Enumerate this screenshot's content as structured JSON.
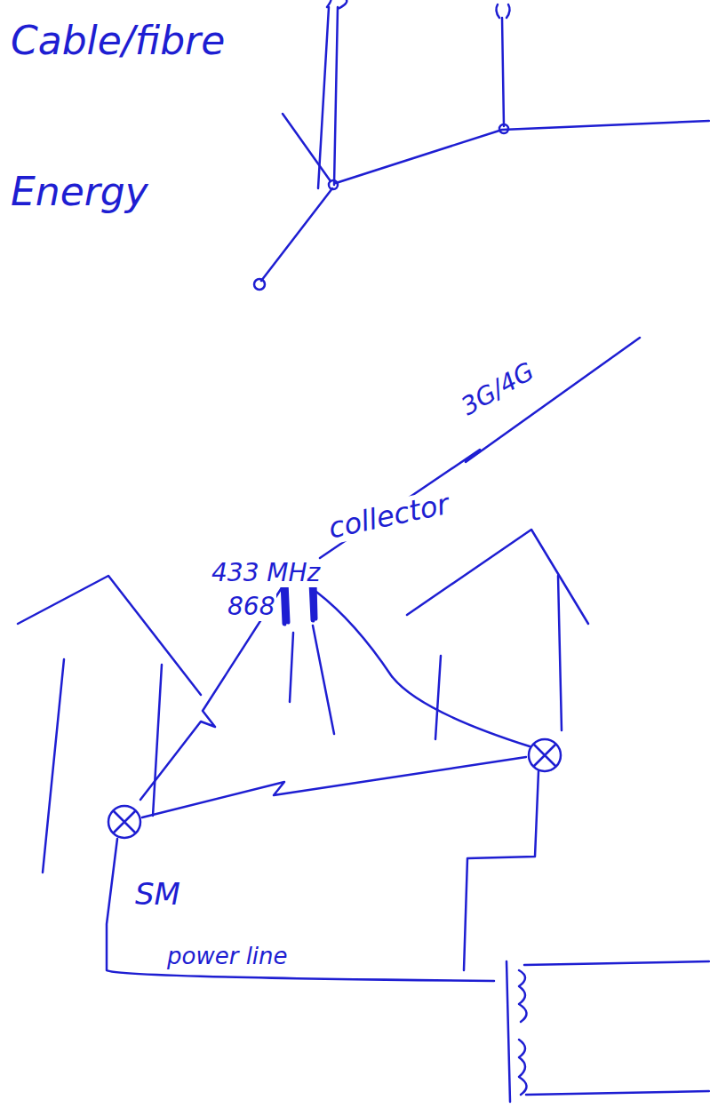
{
  "diagram": {
    "labels": [
      "Cable/fibre",
      "Energy",
      "433 MHz",
      "868",
      "collector",
      "3G/4G",
      "SM",
      "power line"
    ]
  }
}
